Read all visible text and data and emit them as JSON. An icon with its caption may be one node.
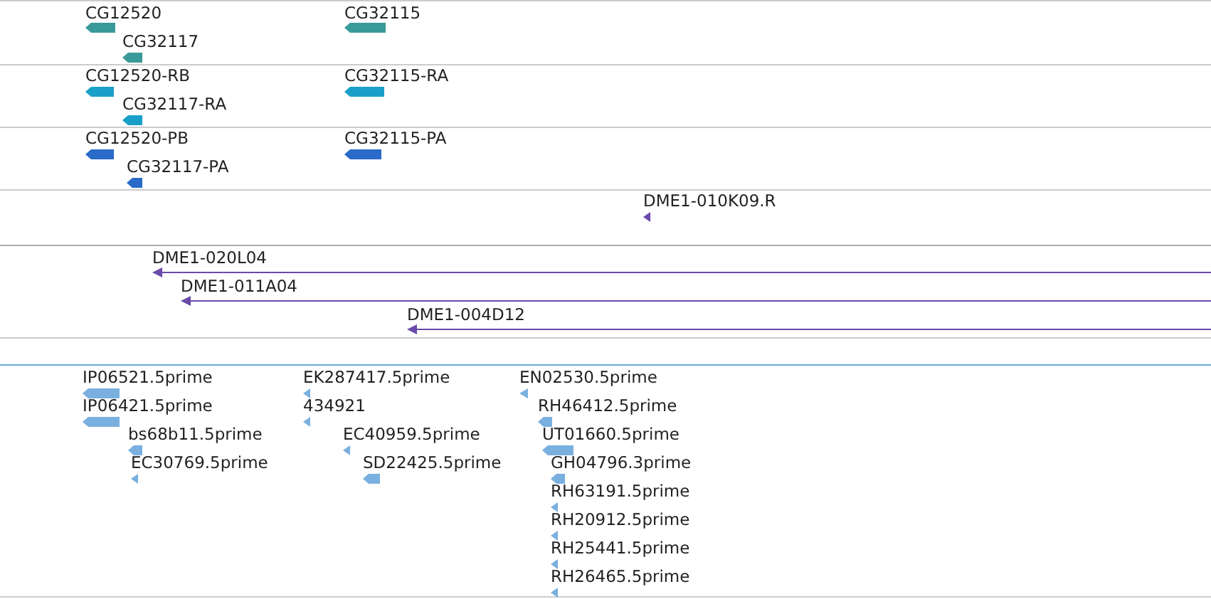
{
  "diagram": {
    "labels": [
      "CG12520",
      "CG32117",
      "CG32115",
      "CG12520-RB",
      "CG32117-RA",
      "CG32115-RA",
      "CG12520-PB",
      "CG32117-PA",
      "CG32115-PA",
      "DME1-010K09.R",
      "DME1-020L04",
      "DME1-011A04",
      "DME1-004D12",
      "IP06521.5prime",
      "IP06421.5prime",
      "bs68b11.5prime",
      "EC30769.5prime",
      "EK287417.5prime",
      "434921",
      "EC40959.5prime",
      "SD22425.5prime",
      "EN02530.5prime",
      "RH46412.5prime",
      "UT01660.5prime",
      "GH04796.3prime",
      "RH63191.5prime",
      "RH20912.5prime",
      "RH25441.5prime",
      "RH26465.5prime"
    ]
  }
}
